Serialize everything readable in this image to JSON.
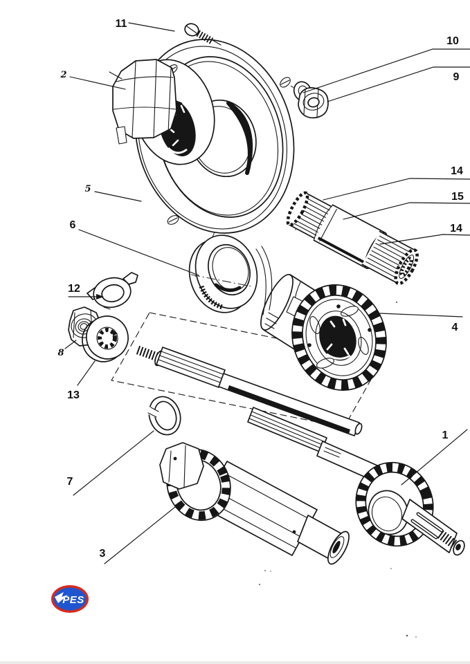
{
  "palette": {
    "paper": "#ffffff",
    "ink": "#161616"
  },
  "callouts": {
    "n11": "11",
    "n2": "2",
    "n5": "5",
    "n10": "10",
    "n9": "9",
    "n14a": "14",
    "n15": "15",
    "n14b": "14",
    "n6": "6",
    "n4": "4",
    "n12": "12",
    "n8": "8",
    "n13": "13",
    "n7": "7",
    "n3": "3",
    "n1": "1"
  },
  "logo": {
    "text": "PES",
    "oval_fill": "#1f56cf",
    "border_color": "#d92a1c",
    "text_color": "#ffffff"
  }
}
